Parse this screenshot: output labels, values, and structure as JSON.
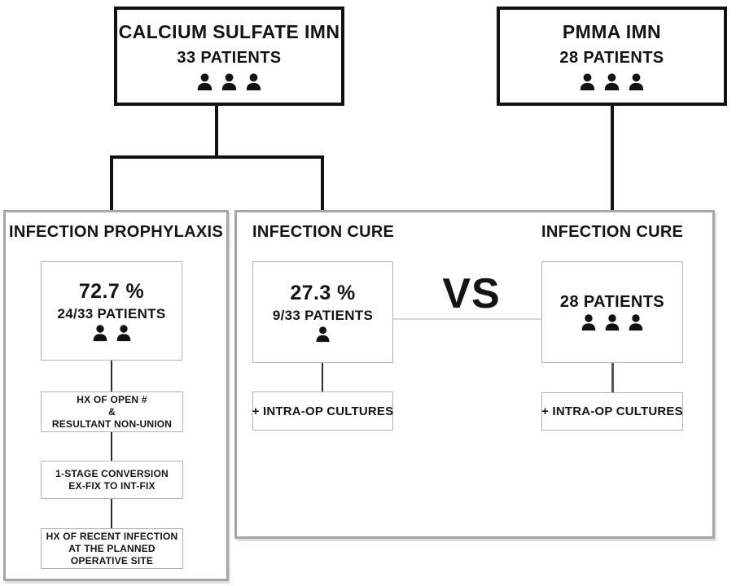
{
  "colors": {
    "line_black": "#111111",
    "panel_border": "#a6a6a6",
    "inner_box_border": "#b3b3b3",
    "vs_connector_gray": "#d9d9d9",
    "text": "#141414",
    "background": "#ffffff"
  },
  "icons": {
    "person": "person-icon"
  },
  "top": {
    "calcium": {
      "title": "CALCIUM SULFATE IMN",
      "count": "33 PATIENTS",
      "icon_count": 3
    },
    "pmma": {
      "title": "PMMA IMN",
      "count": "28 PATIENTS",
      "icon_count": 3
    }
  },
  "left_panel": {
    "header": "INFECTION PROPHYLAXIS",
    "stat": {
      "percent": "72.7 %",
      "patients": "24/33 PATIENTS",
      "icon_count": 2
    },
    "steps": [
      {
        "lines": [
          "HX OF OPEN #",
          "&",
          "RESULTANT NON-UNION"
        ]
      },
      {
        "lines": [
          "1-STAGE CONVERSION",
          "EX-FIX TO INT-FIX"
        ]
      },
      {
        "lines": [
          "HX OF RECENT INFECTION",
          "AT THE PLANNED",
          "OPERATIVE SITE"
        ]
      }
    ]
  },
  "right_panel": {
    "vs": "VS",
    "left_arm": {
      "header": "INFECTION CURE",
      "stat": {
        "percent": "27.3 %",
        "patients": "9/33 PATIENTS",
        "icon_count": 1
      },
      "culture": "+ INTRA-OP CULTURES"
    },
    "right_arm": {
      "header": "INFECTION CURE",
      "stat": {
        "patients": "28 PATIENTS",
        "icon_count": 3
      },
      "culture": "+ INTRA-OP CULTURES"
    }
  }
}
